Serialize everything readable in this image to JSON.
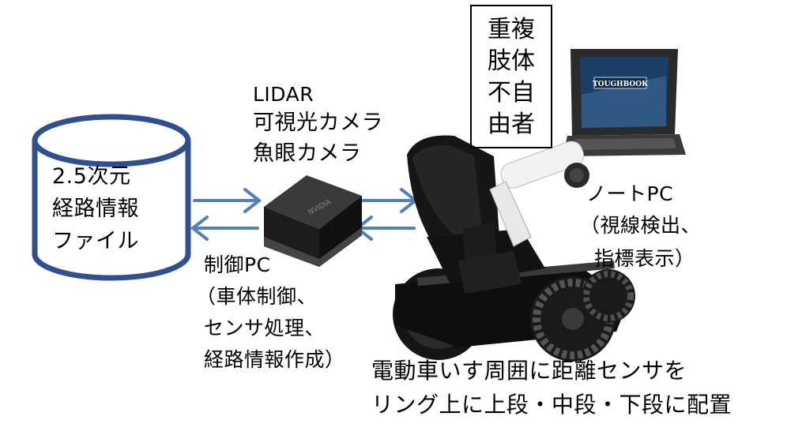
{
  "file": {
    "lines": [
      "2.5次元",
      "経路情報",
      "ファイル"
    ]
  },
  "sensors": {
    "lines": [
      "LIDAR",
      "可視光カメラ",
      "魚眼カメラ"
    ]
  },
  "control_pc": {
    "lines": [
      "制御PC",
      "（車体制御、",
      "センサ処理、",
      "経路情報作成）"
    ]
  },
  "notebook_pc": {
    "lines": [
      "ノートPC",
      "（視線検出、",
      "指標表示）"
    ],
    "brand": "TOUGHBOOK"
  },
  "user_box": {
    "lines": [
      "重複",
      "肢体",
      "不自",
      "由者"
    ]
  },
  "caption": {
    "lines": [
      "電動車いす周囲に距離センサを",
      "リング上に上段・中段・下段に配置"
    ]
  },
  "colors": {
    "arrow": "#4f81bd",
    "cylinder_stroke": "#2f4f8f",
    "device": "#1a1a1a",
    "wheelchair_arm": "#f2f2f2"
  }
}
